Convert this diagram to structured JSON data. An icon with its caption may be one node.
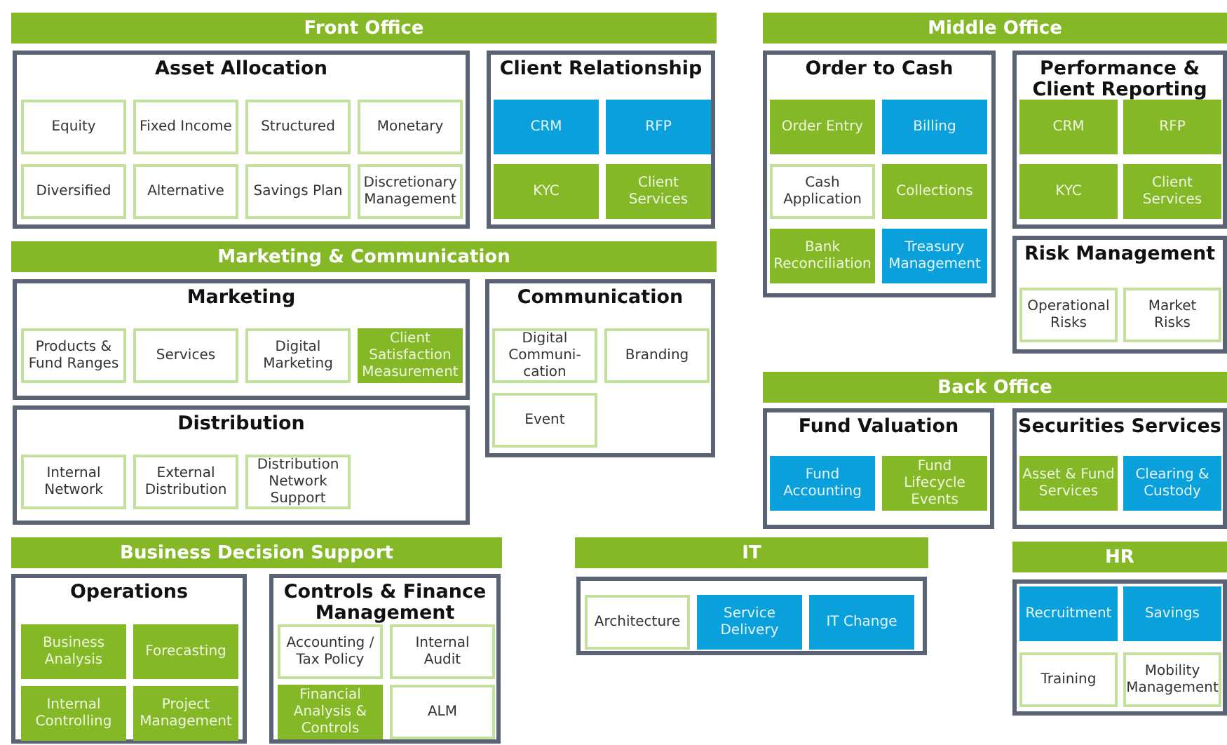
{
  "diagram": {
    "nodes": [
      {
        "text": [
          "Front Office"
        ]
      },
      {
        "text": [
          "Asset Allocation"
        ]
      },
      {
        "text": [
          "Equity"
        ],
        "in": 1
      },
      {
        "text": [
          "Fixed Income"
        ],
        "in": 1
      },
      {
        "text": [
          "Structured"
        ],
        "in": 1
      },
      {
        "text": [
          "Monetary"
        ],
        "in": 1
      },
      {
        "text": [
          "Diversified"
        ],
        "in": 1
      },
      {
        "text": [
          "Alternative"
        ],
        "in": 1
      },
      {
        "text": [
          "Savings Plan"
        ],
        "in": 1
      },
      {
        "text": [
          "Discretionary Management"
        ],
        "in": 1
      },
      {
        "text": [
          "Client Relationship"
        ]
      },
      {
        "text": [
          "CRM"
        ],
        "in": 10
      },
      {
        "text": [
          "RFP"
        ],
        "in": 10
      },
      {
        "text": [
          "KYC"
        ],
        "in": 10
      },
      {
        "text": [
          "Client Services"
        ],
        "in": 10
      },
      {
        "text": [
          "Middle Office"
        ]
      },
      {
        "text": [
          "Order to Cash"
        ]
      },
      {
        "text": [
          "Order Entry"
        ],
        "in": 16
      },
      {
        "text": [
          "Billing"
        ],
        "in": 16
      },
      {
        "text": [
          "Cash Application"
        ],
        "in": 16
      },
      {
        "text": [
          "Collections"
        ],
        "in": 16
      },
      {
        "text": [
          "Bank Reconciliation"
        ],
        "in": 16
      },
      {
        "text": [
          "Treasury Management"
        ],
        "in": 16
      },
      {
        "text": [
          "Performance & Client Reporting"
        ]
      },
      {
        "text": [
          "CRM"
        ],
        "in": 23
      },
      {
        "text": [
          "RFP"
        ],
        "in": 23
      },
      {
        "text": [
          "KYC"
        ],
        "in": 23
      },
      {
        "text": [
          "Client Services"
        ],
        "in": 23
      },
      {
        "text": [
          "Risk Management"
        ]
      },
      {
        "text": [
          "Operational Risks"
        ],
        "in": 28
      },
      {
        "text": [
          "Market Risks"
        ],
        "in": 28
      },
      {
        "text": [
          "Marketing & Communication"
        ]
      },
      {
        "text": [
          "Marketing"
        ]
      },
      {
        "text": [
          "Products & Fund Ranges"
        ],
        "in": 32
      },
      {
        "text": [
          "Services"
        ],
        "in": 32
      },
      {
        "text": [
          "Digital Marketing"
        ],
        "in": 32
      },
      {
        "text": [
          "Client Satisfaction Measurement"
        ],
        "in": 32
      },
      {
        "text": [
          "Distribution"
        ]
      },
      {
        "text": [
          "Internal Network"
        ],
        "in": 37
      },
      {
        "text": [
          "External Distribution"
        ],
        "in": 37
      },
      {
        "text": [
          "Distribution Network Support"
        ],
        "in": 37
      },
      {
        "text": [
          "Communication"
        ]
      },
      {
        "text": [
          "Digital Communi-cation"
        ],
        "in": 41
      },
      {
        "text": [
          "Branding"
        ],
        "in": 41
      },
      {
        "text": [
          "Event"
        ],
        "in": 41
      },
      {
        "text": [
          "Back Office"
        ]
      },
      {
        "text": [
          "Fund Valuation"
        ]
      },
      {
        "text": [
          "Fund Accounting"
        ],
        "in": 46
      },
      {
        "text": [
          "Fund Lifecycle Events"
        ],
        "in": 46
      },
      {
        "text": [
          "Securities Services"
        ]
      },
      {
        "text": [
          "Asset & Fund Services"
        ],
        "in": 49
      },
      {
        "text": [
          "Clearing & Custody"
        ],
        "in": 49
      },
      {
        "text": [
          "Business Decision Support"
        ]
      },
      {
        "text": [
          "Operations"
        ]
      },
      {
        "text": [
          "Business Analysis"
        ],
        "in": 53
      },
      {
        "text": [
          "Forecasting"
        ],
        "in": 53
      },
      {
        "text": [
          "Internal Controlling"
        ],
        "in": 53
      },
      {
        "text": [
          "Project Management"
        ],
        "in": 53
      },
      {
        "text": [
          "Controls & Finance Management"
        ]
      },
      {
        "text": [
          "Accounting / Tax Policy"
        ],
        "in": 58
      },
      {
        "text": [
          "Internal Audit"
        ],
        "in": 58
      },
      {
        "text": [
          "Financial Analysis & Controls"
        ],
        "in": 58
      },
      {
        "text": [
          "ALM"
        ],
        "in": 58
      },
      {
        "text": [
          "IT"
        ]
      },
      {
        "text": [],
        "shape": "box"
      },
      {
        "text": [
          "Architecture"
        ],
        "in": 64
      },
      {
        "text": [
          "Service Delivery"
        ],
        "in": 64
      },
      {
        "text": [
          "IT Change"
        ],
        "in": 64
      },
      {
        "text": [
          "HR"
        ]
      },
      {
        "text": [],
        "shape": "box"
      },
      {
        "text": [
          "Recruitment"
        ],
        "in": 69
      },
      {
        "text": [
          "Savings"
        ],
        "in": 69
      },
      {
        "text": [
          "Training"
        ],
        "in": 69
      },
      {
        "text": [
          "Mobility Management"
        ],
        "in": 69
      }
    ]
  }
}
